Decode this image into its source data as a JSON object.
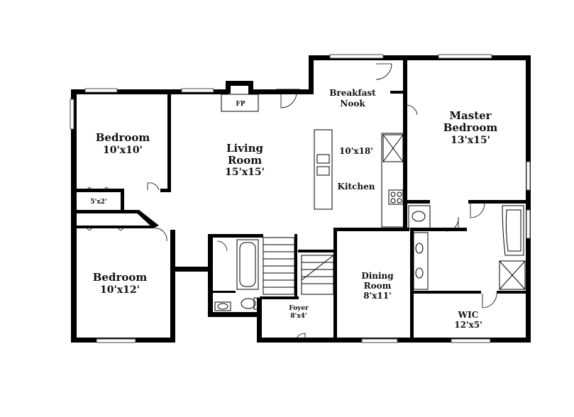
{
  "rooms": {
    "bedroom1": {
      "name": "Bedroom",
      "dims": "10'x10'"
    },
    "closet": {
      "dims": "5'x2'"
    },
    "bedroom2": {
      "name": "Bedroom",
      "dims": "10'x12'"
    },
    "living": {
      "name_line1": "Living",
      "name_line2": "Room",
      "dims": "15'x15'"
    },
    "fireplace": {
      "label": "FP"
    },
    "breakfast": {
      "line1": "Breakfast",
      "line2": "Nook"
    },
    "kitchen": {
      "name": "Kitchen",
      "dims": "10'x18'"
    },
    "master": {
      "line1": "Master",
      "line2": "Bedroom",
      "dims": "13'x15'"
    },
    "dining": {
      "line1": "Dining",
      "line2": "Room",
      "dims": "8'x11'"
    },
    "foyer": {
      "name": "Foyer",
      "dims": "8'x4'"
    },
    "wic": {
      "name": "WIC",
      "dims": "12'x5'"
    }
  }
}
